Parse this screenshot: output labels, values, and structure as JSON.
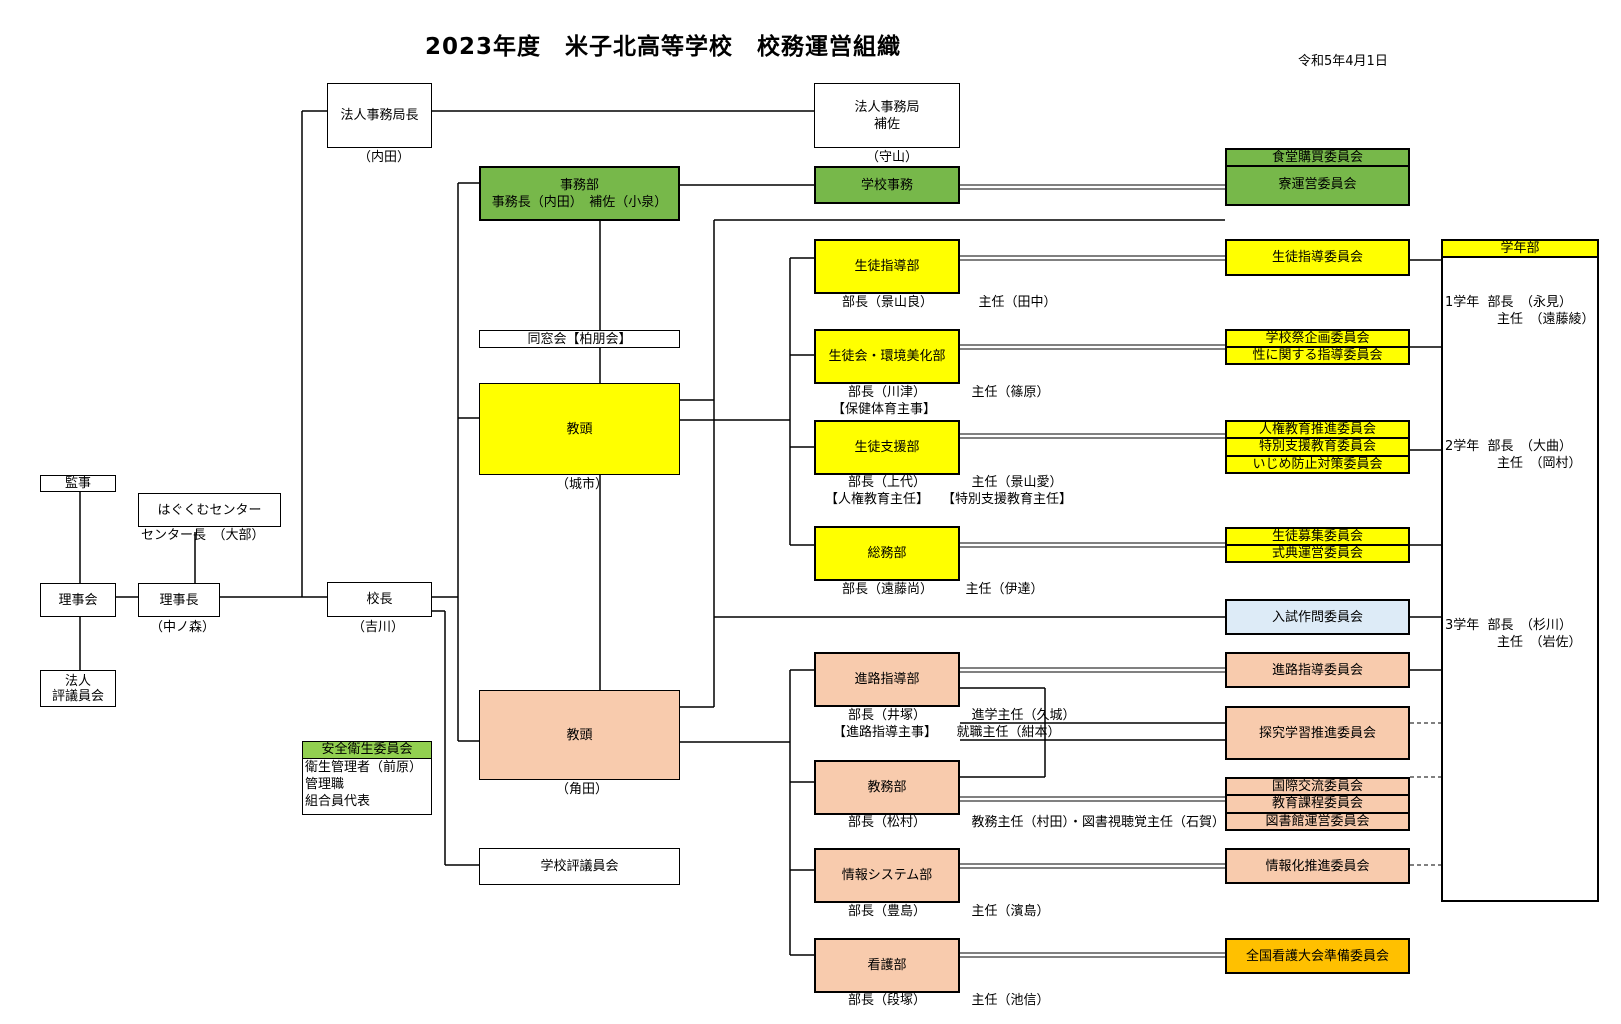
{
  "title": "2023年度　米子北高等学校　校務運営組織",
  "date": "令和5年4月1日",
  "colors": {
    "green": "#77b84a",
    "light_green": "#92d050",
    "yellow": "#ffff00",
    "peach": "#f8cbad",
    "light_blue": "#ddebf7",
    "orange": "#ffc000"
  },
  "left": {
    "kanji": "監事",
    "rijikai": "理事会",
    "hyogiinkai": "法人\n評議員会",
    "hagukumu": "はぐくむセンター",
    "hagukumu_head": "センター長　（大部）",
    "rijicho": "理事長",
    "rijicho_name": "（中ノ森）",
    "kocho": "校長",
    "kocho_name": "（吉川）"
  },
  "top": {
    "houjin_kyokucho": "法人事務局長",
    "houjin_kyokucho_name": "（内田）",
    "houjin_hosa": "法人事務局\n補佐",
    "houjin_hosa_name": "（守山）"
  },
  "center": {
    "jimubu": "事務部\n事務長（内田）　補佐（小泉）",
    "gakko_jimu": "学校事務",
    "dosokai": "同窓会【柏朋会】",
    "kyoto1": "教頭",
    "kyoto1_name": "（城市）",
    "kyoto2": "教頭",
    "kyoto2_name": "（角田）",
    "hyogiinkai": "学校評議員会",
    "safety_title": "安全衛生委員会",
    "safety_lines": [
      "衛生管理者（前原）",
      "管理職",
      "組合員代表"
    ]
  },
  "departments": [
    {
      "name": "生徒指導部",
      "lines": [
        "部長（景山良）　　　　主任（田中）"
      ]
    },
    {
      "name": "生徒会・環境美化部",
      "lines": [
        "部長（川津）　　　　主任（篠原）",
        "【保健体育主事】"
      ]
    },
    {
      "name": "生徒支援部",
      "lines": [
        "部長（上代）　　　　主任（景山愛）",
        "【人権教育主任】　　【特別支援教育主任】"
      ]
    },
    {
      "name": "総務部",
      "lines": [
        "部長（遠藤尚）　　　主任（伊達）"
      ]
    },
    {
      "name": "進路指導部",
      "lines": [
        "部長（井塚）　　　　進学主任（久城）",
        "【進路指導主事】　　就職主任（紺本）"
      ]
    },
    {
      "name": "教務部",
      "lines": [
        "部長（松村）　　　　教務主任（村田）・図書視聴覚主任（石賀）"
      ]
    },
    {
      "name": "情報システム部",
      "lines": [
        "部長（豊島）　　　　主任（濱島）"
      ]
    },
    {
      "name": "看護部",
      "lines": [
        "部長（段塚）　　　　主任（池信）"
      ]
    }
  ],
  "committees": {
    "shokudo": "食堂購買委員会",
    "ryo": "寮運営委員会",
    "seito_shido": "生徒指導委員会",
    "bunkasai": "学校祭企画委員会",
    "sei": "性に関する指導委員会",
    "jinken": "人権教育推進委員会",
    "tokubetsu": "特別支援教育委員会",
    "ijime": "いじめ防止対策委員会",
    "boshu": "生徒募集委員会",
    "shikiten": "式典運営委員会",
    "nyushi": "入試作問委員会",
    "shinro": "進路指導委員会",
    "tankyu": "探究学習推進委員会",
    "kokusai": "国際交流委員会",
    "katei": "教育課程委員会",
    "toshokan": "図書館運営委員会",
    "johoka": "情報化推進委員会",
    "kango": "全国看護大会準備委員会"
  },
  "grades": {
    "title": "学年部",
    "g1": "1学年  部長　（永見）\n　　　　主任　（遠藤綾）",
    "g2": "2学年  部長　（大曲）\n　　　　主任　（岡村）",
    "g3": "3学年  部長　（杉川）\n　　　　主任　（岩佐）"
  }
}
